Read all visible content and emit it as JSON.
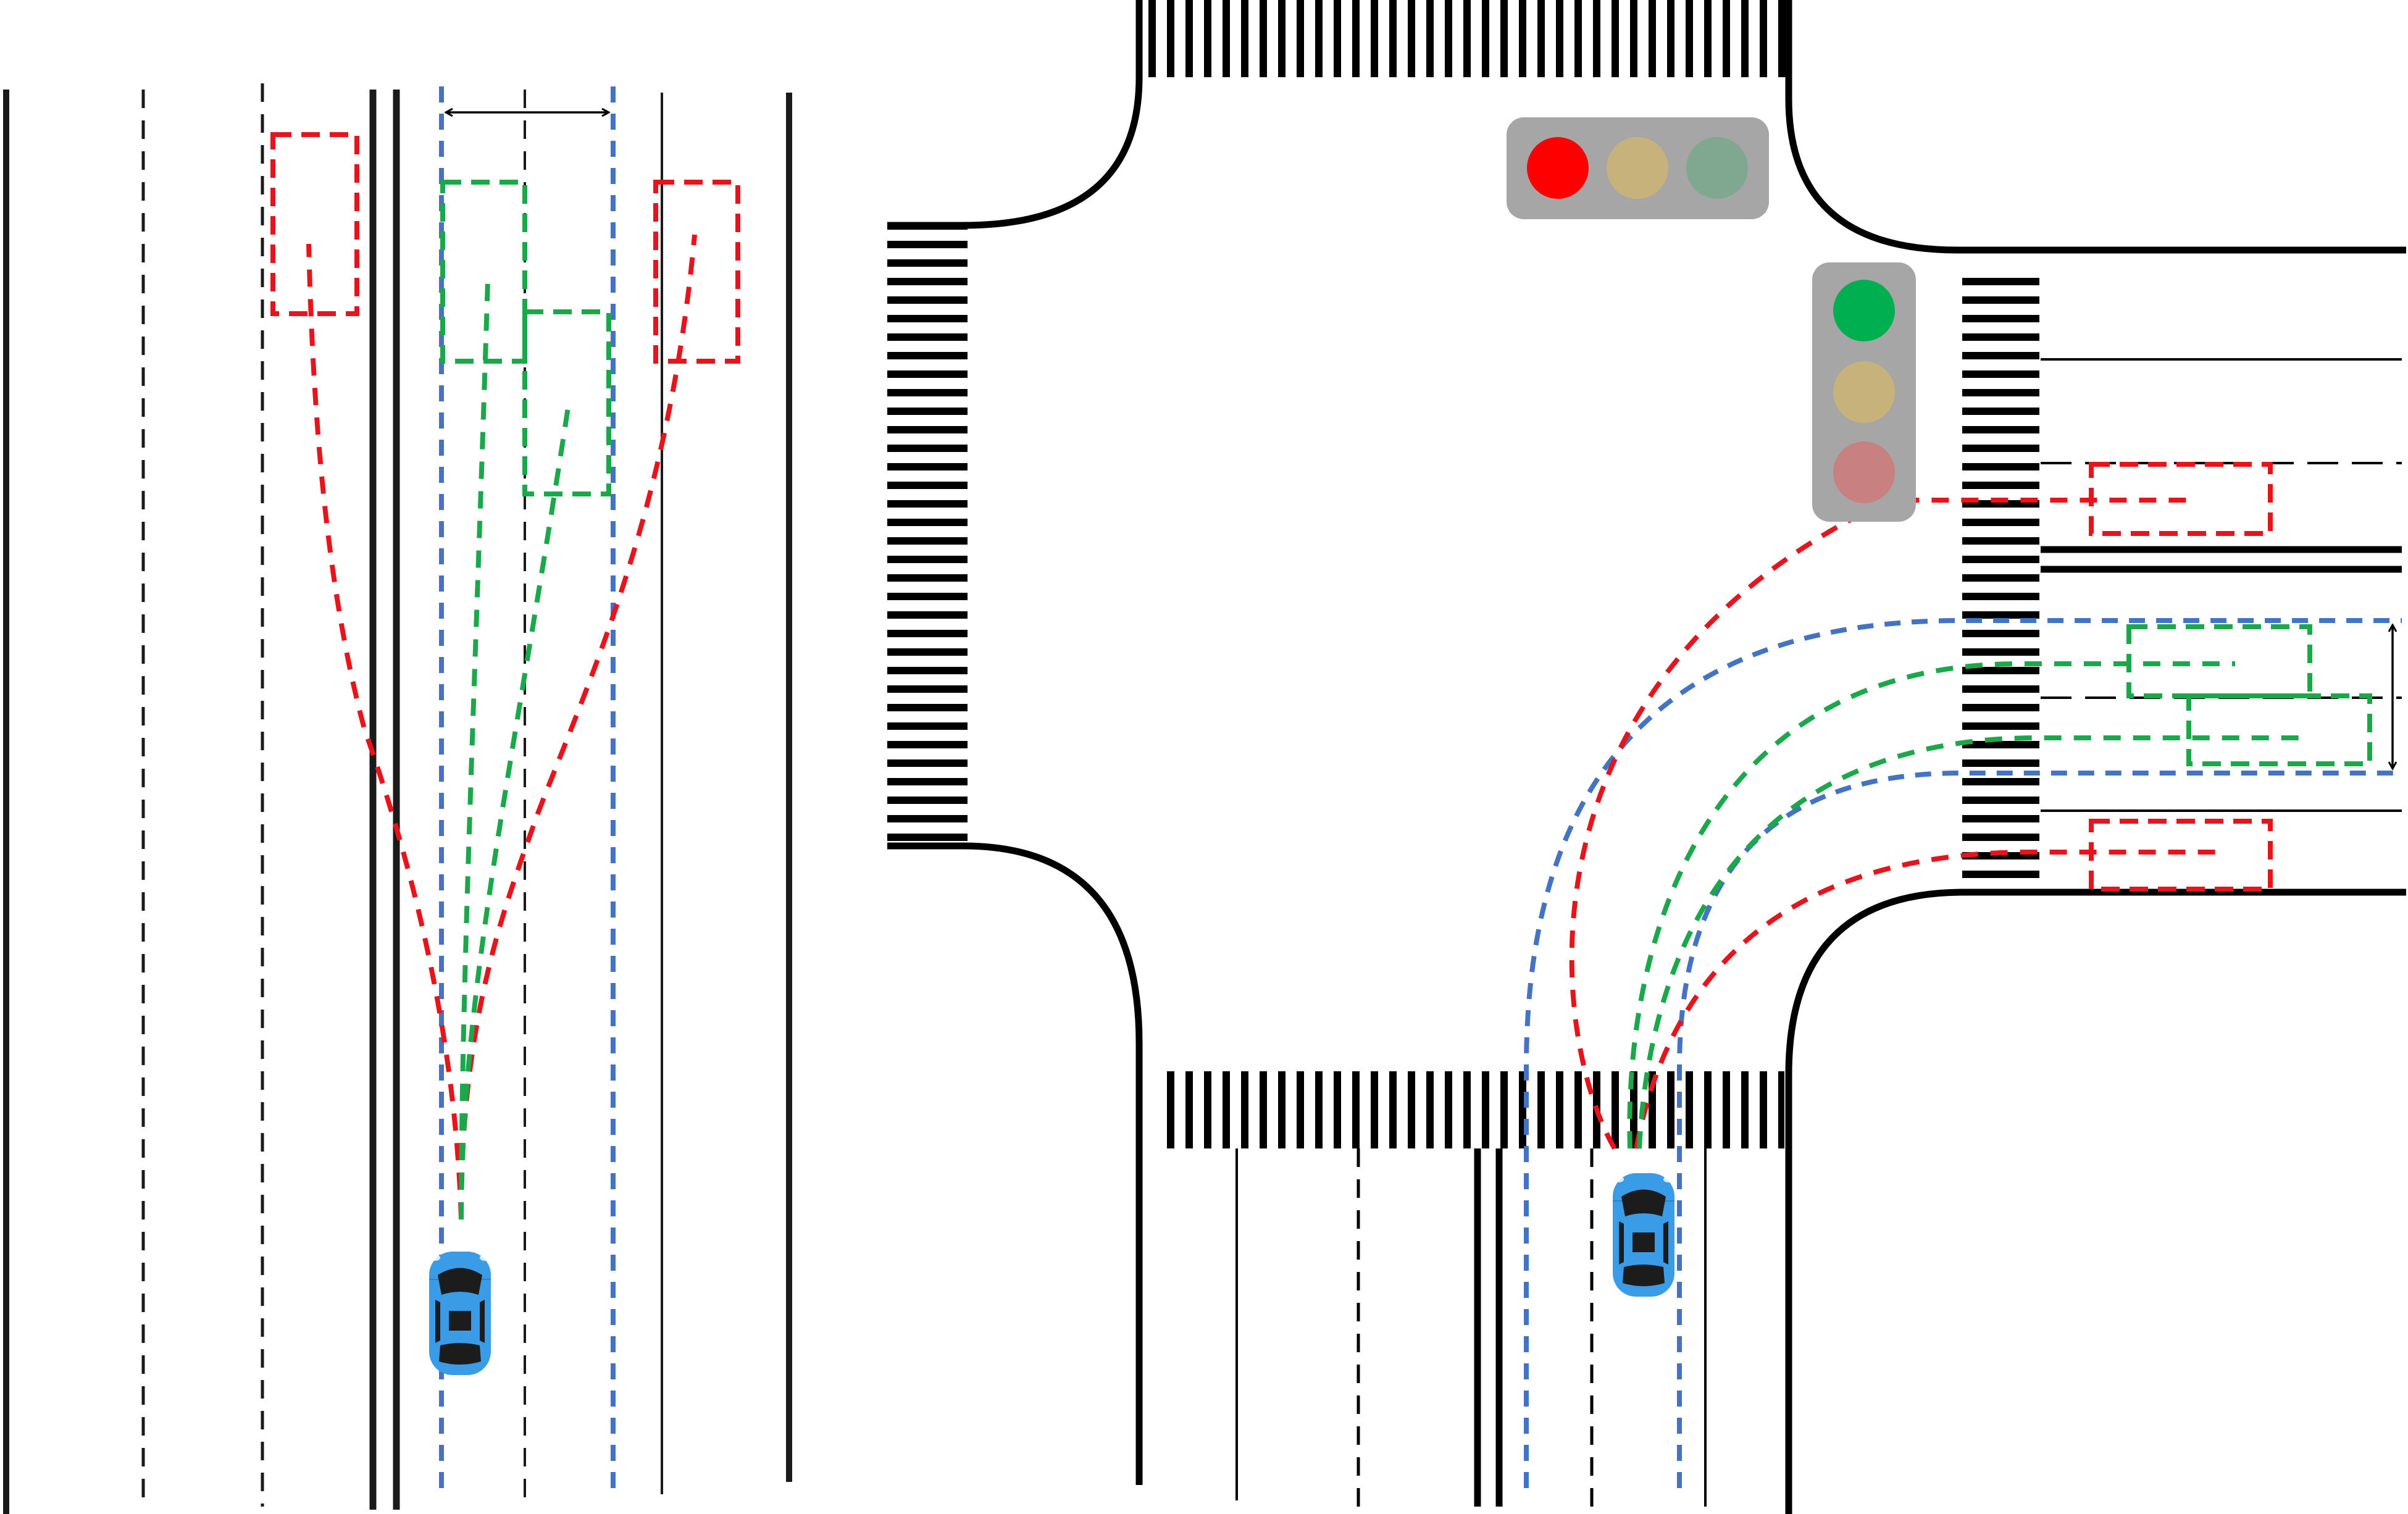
{
  "colors": {
    "background": "#ffffff",
    "road_line": "#1a1a1a",
    "candidate_red": "#e8141b",
    "candidate_green": "#1aa84a",
    "corridor_blue": "#4472c4",
    "car_body": "#3a9be6",
    "car_dark": "#1c1c1c",
    "light_housing": "#a6a6a6",
    "light_red_on": "#ff0000",
    "light_red_off": "#c98080",
    "light_yellow_dim": "#c8b27c",
    "light_green_on": "#00b050",
    "light_green_off": "#80a890"
  },
  "scenes": [
    {
      "name": "straight-road-lane-change",
      "ego": "blue-car",
      "candidates": {
        "red": 2,
        "green": 2
      }
    },
    {
      "name": "intersection-right-turn",
      "ego": "blue-car",
      "candidates": {
        "red": 2,
        "green": 2
      }
    }
  ],
  "traffic_lights": [
    {
      "orientation": "horizontal",
      "lamps": [
        "red-on",
        "yellow-off",
        "green-off"
      ]
    },
    {
      "orientation": "vertical",
      "lamps": [
        "green-on",
        "yellow-off",
        "red-off"
      ]
    }
  ],
  "icons": [
    "car-icon",
    "double-arrow-icon",
    "traffic-light-icon"
  ]
}
